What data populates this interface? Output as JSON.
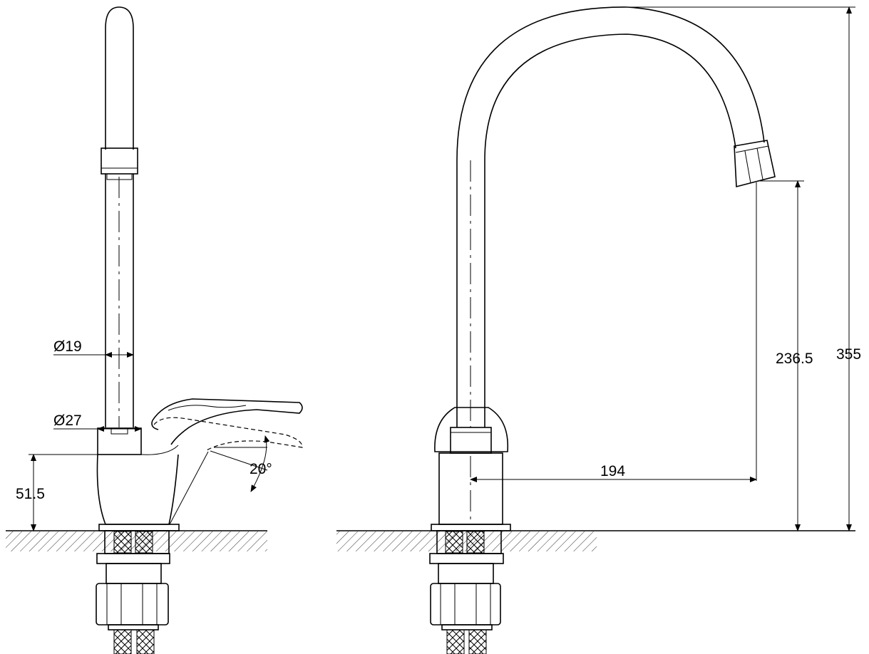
{
  "dimensions": {
    "pipe_diameter": "Ø19",
    "base_diameter": "Ø27",
    "body_height": "51.5",
    "lever_angle": "20°",
    "spout_reach": "194",
    "spout_outlet_height": "236.5",
    "total_height": "355"
  },
  "colors": {
    "line": "#000000",
    "background": "#ffffff"
  }
}
